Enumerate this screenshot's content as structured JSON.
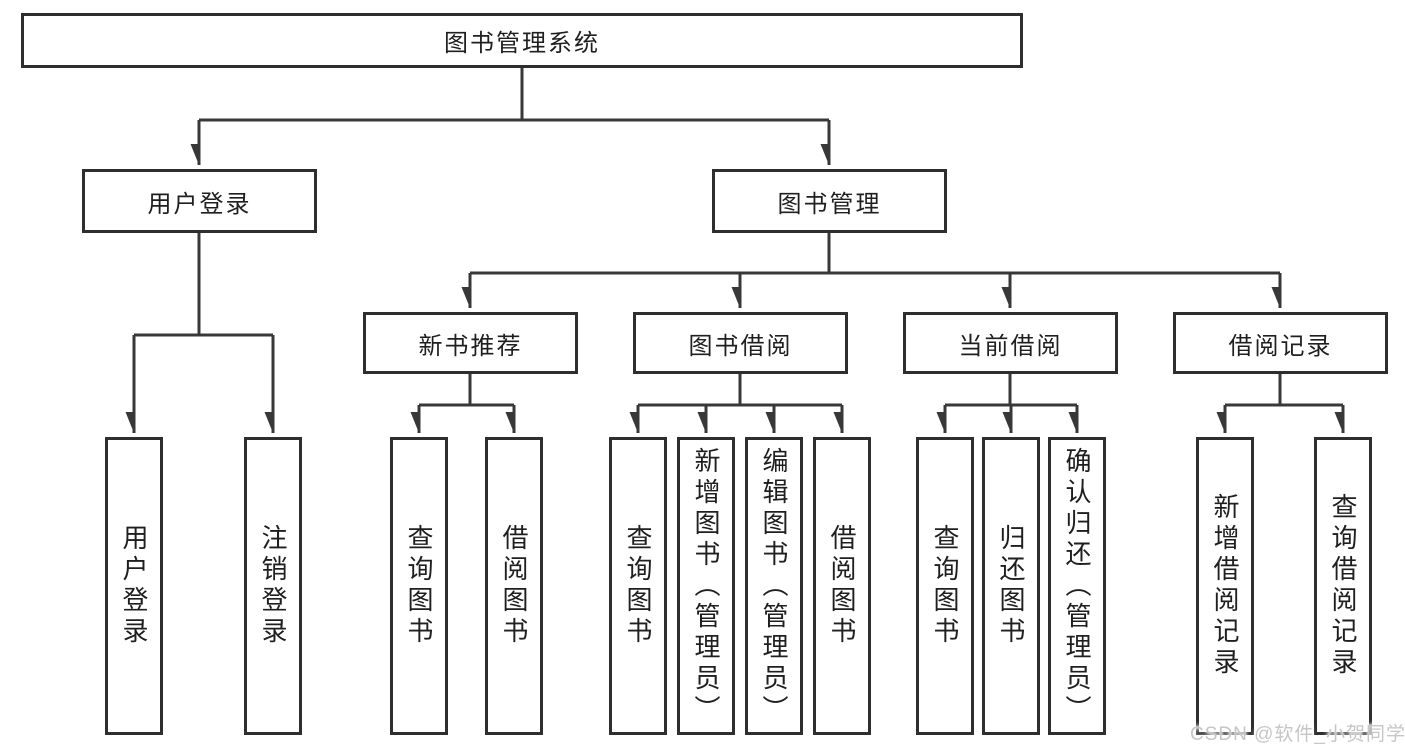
{
  "diagram": {
    "type": "hierarchy-tree",
    "line_color": "#383838",
    "box_border_color": "#2e2e2e",
    "box_fill": "#ffffff",
    "text_color": "#1f1f1f",
    "background": "#ffffff"
  },
  "nodes": {
    "root": {
      "label": "图书管理系统"
    },
    "level2": [
      {
        "label": "用户登录"
      },
      {
        "label": "图书管理"
      }
    ],
    "level3": [
      {
        "label": "新书推荐"
      },
      {
        "label": "图书借阅"
      },
      {
        "label": "当前借阅"
      },
      {
        "label": "借阅记录"
      }
    ],
    "leaves": [
      {
        "label": "用户登录",
        "parent": "用户登录"
      },
      {
        "label": "注销登录",
        "parent": "用户登录"
      },
      {
        "label": "查询图书",
        "parent": "新书推荐"
      },
      {
        "label": "借阅图书",
        "parent": "新书推荐"
      },
      {
        "label": "查询图书",
        "parent": "图书借阅"
      },
      {
        "label": "新增图书（管理员）",
        "parent": "图书借阅"
      },
      {
        "label": "编辑图书（管理员）",
        "parent": "图书借阅"
      },
      {
        "label": "借阅图书",
        "parent": "图书借阅"
      },
      {
        "label": "查询图书",
        "parent": "当前借阅"
      },
      {
        "label": "归还图书",
        "parent": "当前借阅"
      },
      {
        "label": "确认归还（管理员）",
        "parent": "当前借阅"
      },
      {
        "label": "新增借阅记录",
        "parent": "借阅记录"
      },
      {
        "label": "查询借阅记录",
        "parent": "借阅记录"
      }
    ]
  },
  "watermark": {
    "text": "CSDN @软件_小贺同学",
    "color": "#c6c6c6"
  }
}
